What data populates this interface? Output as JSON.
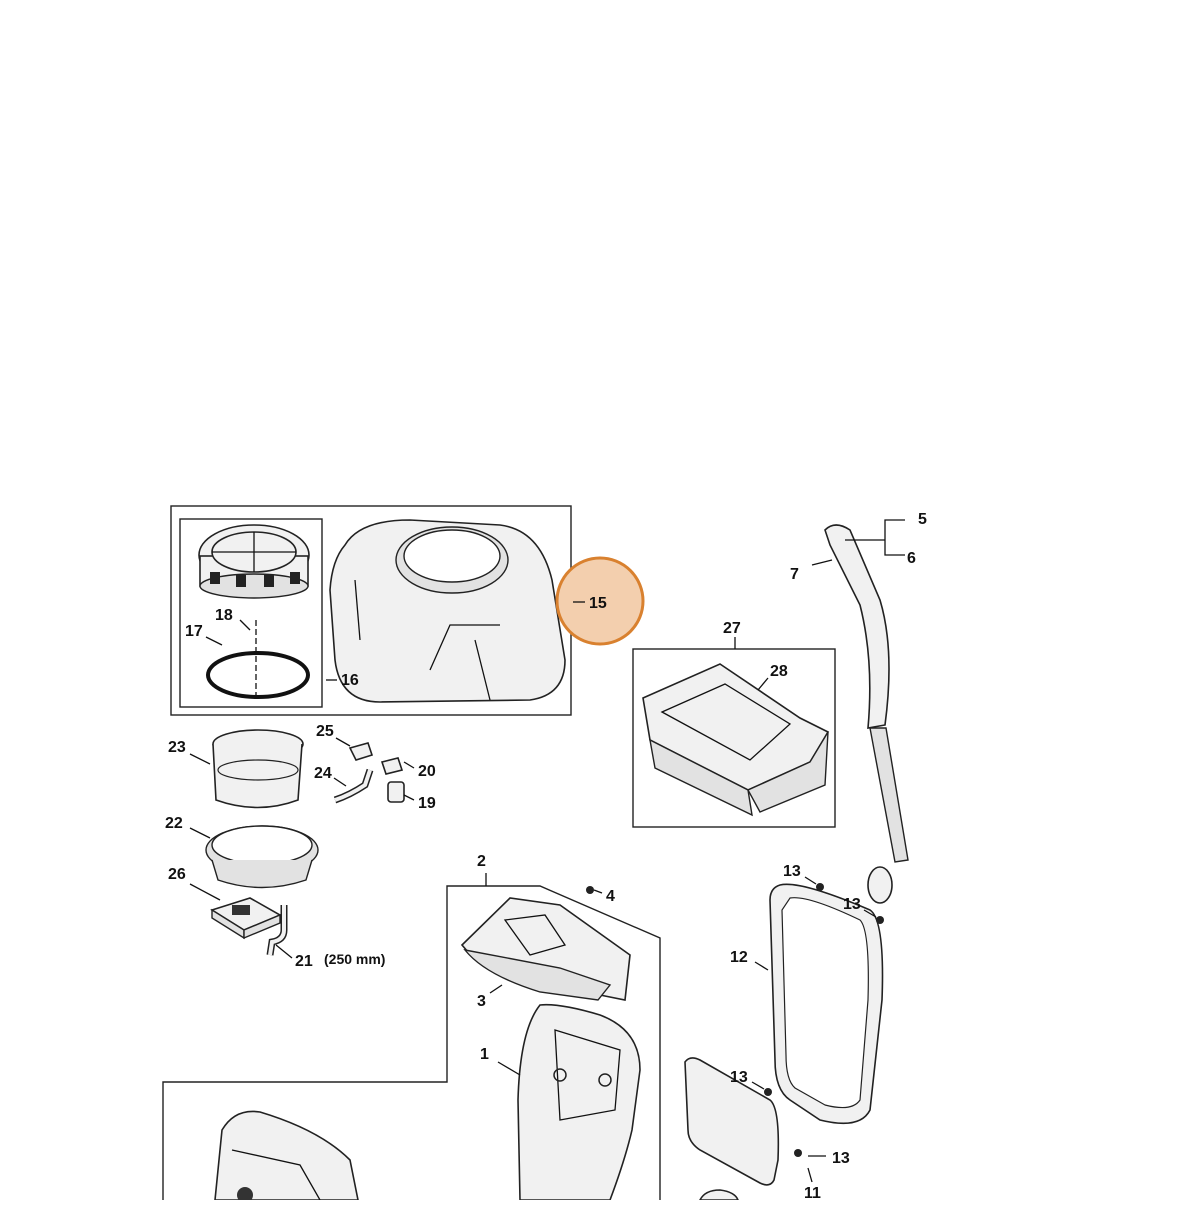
{
  "labels": {
    "p1": "1",
    "p2": "2",
    "p3": "3",
    "p4": "4",
    "p5": "5",
    "p6": "6",
    "p7": "7",
    "p11": "11",
    "p12": "12",
    "p13a": "13",
    "p13b": "13",
    "p13c": "13",
    "p13d": "13",
    "p15": "15",
    "p16": "16",
    "p17": "17",
    "p18": "18",
    "p19": "19",
    "p20": "20",
    "p21": "21",
    "p21_note": "(250 mm)",
    "p22": "22",
    "p23": "23",
    "p24": "24",
    "p25": "25",
    "p26": "26",
    "p27": "27",
    "p28": "28"
  },
  "highlight": {
    "part": "15",
    "fill": "#f3cfae",
    "stroke": "#d9812f"
  }
}
